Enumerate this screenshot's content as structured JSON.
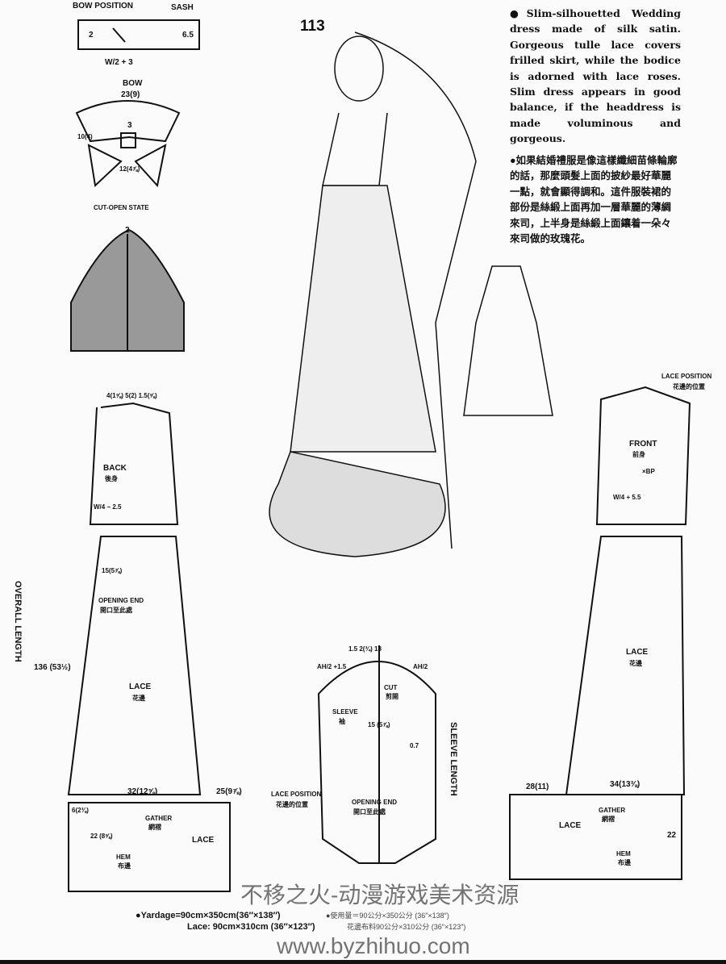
{
  "page_number": "113",
  "description_en": "●Slim-silhouetted Wedding dress made of silk satin. Gorgeous tulle lace covers frilled skirt, while the bodice is adorned with lace roses. Slim dress appears in good balance, if the headdress is made voluminous and gorgeous.",
  "description_zh": "●如果結婚禮服是像這樣纖細苗條輪廓的話，那麼頭髮上面的披紗最好華麗一點，就會顯得調和。這件服裝裙的部份是絲緞上面再加一層華麗的薄綢來司，上半身是絲緞上面鑲着一朵々來司做的玫瑰花。",
  "labels": {
    "bow_position": "BOW POSITION",
    "sash": "SASH",
    "sash_w": "W/2 + 3",
    "sash_65": "6.5",
    "sash_2": "2",
    "bow": "BOW",
    "bow_size": "23(9)",
    "bow_3": "3",
    "bow_10": "10(4)",
    "bow_12": "12(4⅞)",
    "cut_open": "CUT-OPEN STATE",
    "cut_open_2": "2",
    "back": "BACK",
    "back_zh": "後身",
    "front": "FRONT",
    "front_zh": "前身",
    "lace_position": "LACE POSITION",
    "lace_position_zh": "花邊的位置",
    "overall_length": "OVERALL LENGTH",
    "overall_value": "136 (53½)",
    "opening_end": "OPENING END",
    "opening_end_zh": "開口至此處",
    "lace": "LACE",
    "lace_zh": "花邊",
    "gather": "GATHER",
    "gather_zh": "網褶",
    "hem": "HEM",
    "hem_zh": "布邊",
    "sleeve": "SLEEVE",
    "sleeve_zh": "袖",
    "cut": "CUT",
    "cut_zh": "剪開",
    "sleeve_length": "SLEEVE LENGTH",
    "back_hem": "32(12⅝)",
    "back_side": "25(9⅞)",
    "front_left": "28(11)",
    "front_hem": "34(13⅜)",
    "frill_22": "22",
    "frill_22b": "22 (8⅝)",
    "frill_6": "6(2⅜)",
    "back_w": "W/4 − 2.5",
    "front_w": "W/4 + 5.5",
    "bp": "×BP",
    "back_15": "15(5⅞)",
    "back_44": "4(1⅝) 5(2)  1.5(⅝)",
    "sleeve_ah1": "AH/2 +1.5",
    "sleeve_ah2": "AH/2",
    "sleeve_top": "1.5  2(¾)  18",
    "sleeve_15": "15 (5⅞)",
    "sleeve_07": "0.7"
  },
  "yardage": {
    "en1": "●Yardage=90cm×350cm(36″×138″)",
    "en2": "Lace: 90cm×310cm (36″×123″)",
    "zh1": "●使用量＝90公分×350公分 (36″×138″)",
    "zh2": "花邊布料90公分×310公分 (36″×123″)"
  },
  "watermark": {
    "line1": "不移之火-动漫游戏美术资源",
    "line2": "www.byzhihuo.com"
  }
}
